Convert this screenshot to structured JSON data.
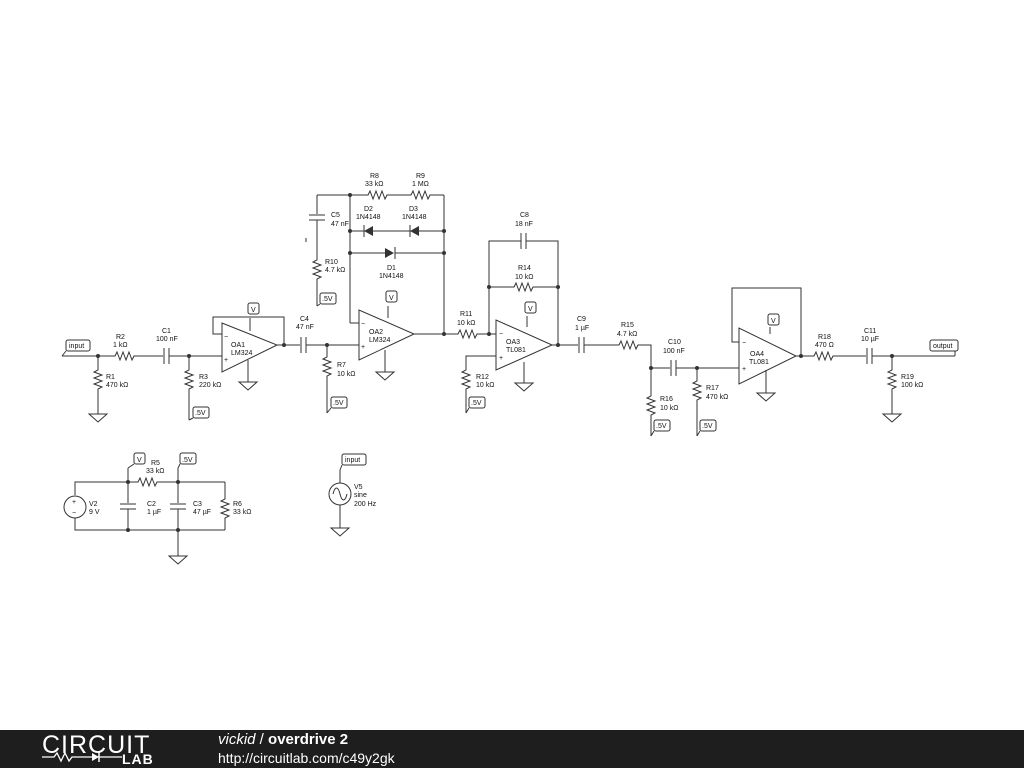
{
  "schematic": {
    "labels": {
      "input": "input",
      "output": "output",
      "v": "V",
      "half_v": ".5V",
      "r1_name": "R1",
      "r1_val": "470 kΩ",
      "r2_name": "R2",
      "r2_val": "1 kΩ",
      "r3_name": "R3",
      "r3_val": "220 kΩ",
      "r5_name": "R5",
      "r5_val": "33 kΩ",
      "r6_name": "R6",
      "r6_val": "33 kΩ",
      "r7_name": "R7",
      "r7_val": "10 kΩ",
      "r8_name": "R8",
      "r8_val": "33 kΩ",
      "r9_name": "R9",
      "r9_val": "1 MΩ",
      "r10_name": "R10",
      "r10_val": "4.7 kΩ",
      "r11_name": "R11",
      "r11_val": "10 kΩ",
      "r12_name": "R12",
      "r12_val": "10 kΩ",
      "r14_name": "R14",
      "r14_val": "10 kΩ",
      "r15_name": "R15",
      "r15_val": "4.7 kΩ",
      "r16_name": "R16",
      "r16_val": "10 kΩ",
      "r17_name": "R17",
      "r17_val": "470 kΩ",
      "r18_name": "R18",
      "r18_val": "470 Ω",
      "r19_name": "R19",
      "r19_val": "100 kΩ",
      "c1_name": "C1",
      "c1_val": "100 nF",
      "c2_name": "C2",
      "c2_val": "1 µF",
      "c3_name": "C3",
      "c3_val": "47 µF",
      "c4_name": "C4",
      "c4_val": "47 nF",
      "c5_name": "C5",
      "c5_val": "47 nF",
      "c8_name": "C8",
      "c8_val": "18 nF",
      "c9_name": "C9",
      "c9_val": "1 µF",
      "c10_name": "C10",
      "c10_val": "100 nF",
      "c11_name": "C11",
      "c11_val": "10 µF",
      "d1_name": "D1",
      "d1_val": "1N4148",
      "d2_name": "D2",
      "d2_val": "1N4148",
      "d3_name": "D3",
      "d3_val": "1N4148",
      "oa1_name": "OA1",
      "oa1_val": "LM324",
      "oa2_name": "OA2",
      "oa2_val": "LM324",
      "oa3_name": "OA3",
      "oa3_val": "TL081",
      "oa4_name": "OA4",
      "oa4_val": "TL081",
      "v2_name": "V2",
      "v2_val": "9 V",
      "v5_name": "V5",
      "v5_val1": "sine",
      "v5_val2": "200 Hz",
      "minus": "−",
      "plus": "+"
    }
  },
  "footer": {
    "logo_word1": "CIRCUIT",
    "logo_word2": "LAB",
    "user": "vickid",
    "separator": " / ",
    "project": "overdrive 2",
    "url": "http://circuitlab.com/c49y2gk"
  }
}
